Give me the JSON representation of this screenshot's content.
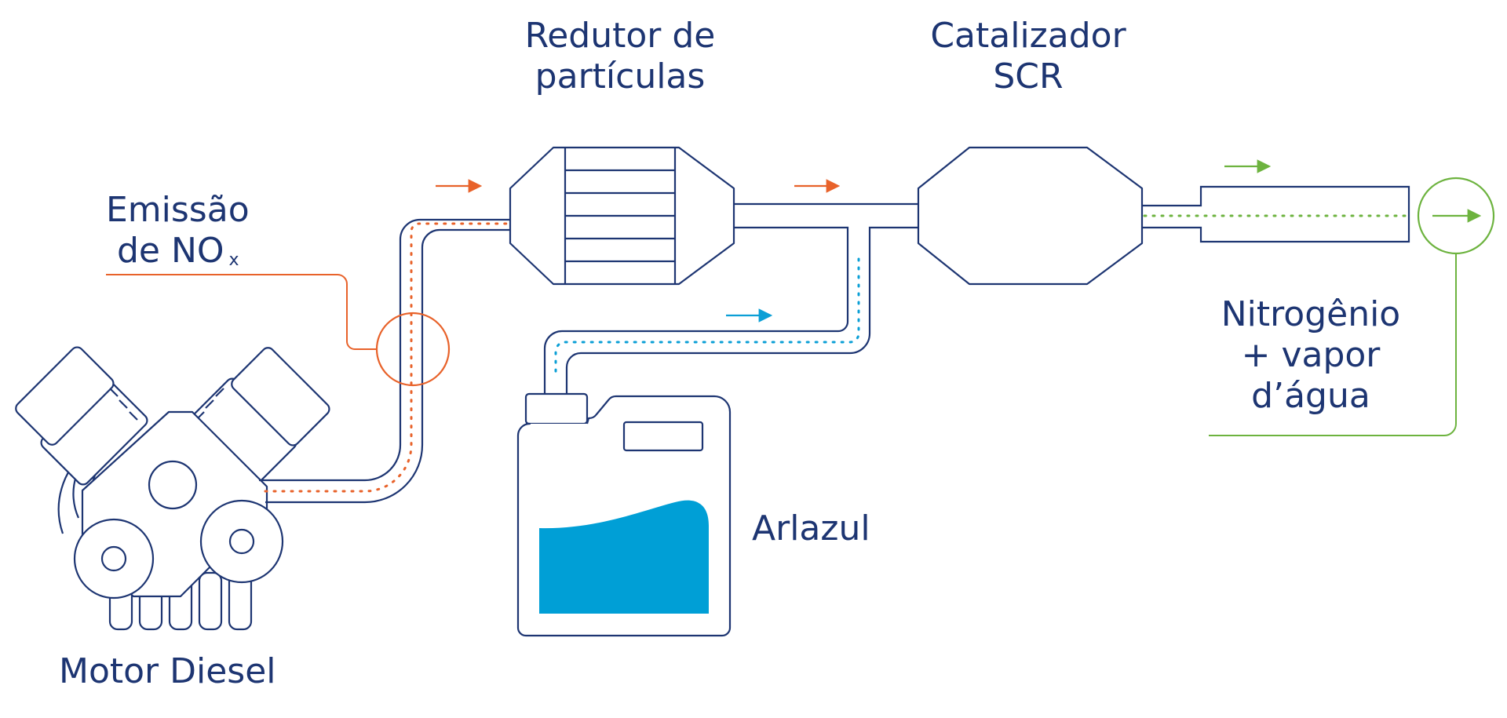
{
  "colors": {
    "line": "#1d3572",
    "text": "#1d3572",
    "nox": "#e8622a",
    "urea": "#0b9fd6",
    "clean": "#6db33f",
    "fluid": "#009fd6"
  },
  "labels": {
    "particle_reducer": [
      "Redutor de",
      "partículas"
    ],
    "scr_catalyst": [
      "Catalizador",
      "SCR"
    ],
    "nox_emission": [
      "Emissão",
      "de NO"
    ],
    "nox_subscript": "x",
    "output": [
      "Nitrogênio",
      "+ vapor",
      "d’água"
    ],
    "tank": "Arlazul",
    "engine": "Motor Diesel"
  },
  "icons": {
    "engine": "v-engine-icon",
    "particle_filter": "particle-filter-icon",
    "catalyst": "scr-catalyst-icon",
    "tank": "fluid-tank-icon",
    "exhaust": "exhaust-pipe-icon"
  }
}
